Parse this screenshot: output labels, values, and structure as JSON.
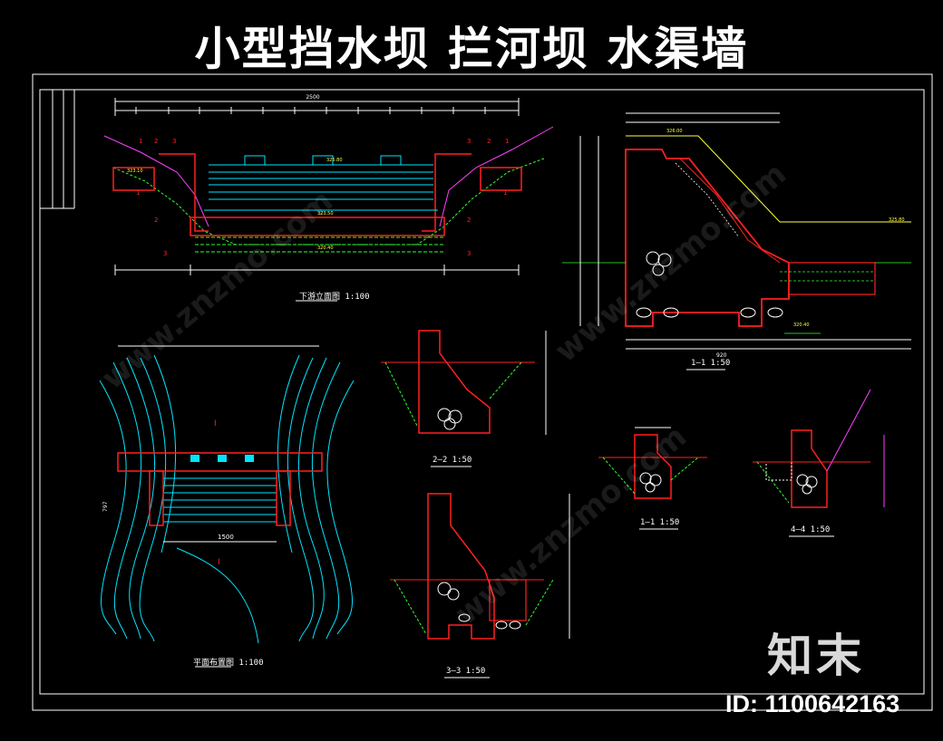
{
  "title": "小型挡水坝 拦河坝 水渠墙",
  "captions": {
    "downstream_elevation": "下游立面图  1:100",
    "plan": "平面布置图  1:100",
    "section_1_1_main": "1—1  1:50",
    "section_2_2": "2—2  1:50",
    "section_3_3": "3—3  1:50",
    "section_1_1_small": "1—1  1:50",
    "section_4_4": "4—4  1:50"
  },
  "dims": {
    "elev_top_total": "2500",
    "plan_width": "1500",
    "plan_height": "797",
    "section_main_bottom": "920"
  },
  "level_marks": {
    "l1": "323.10",
    "l2": "325.80",
    "l3": "323.50",
    "l4": "320.40",
    "l5": "326.00"
  },
  "watermark": {
    "brand": "知末",
    "site": "www.znzmo.com"
  },
  "image_id": "ID: 1100642163",
  "colors": {
    "frame": "#ffffff",
    "concrete": "#ff2020",
    "water": "#00e5ff",
    "earth": "#30ff30",
    "dimension": "#ffffff",
    "annotation": "#ff40ff",
    "fill": "#ffff40"
  }
}
